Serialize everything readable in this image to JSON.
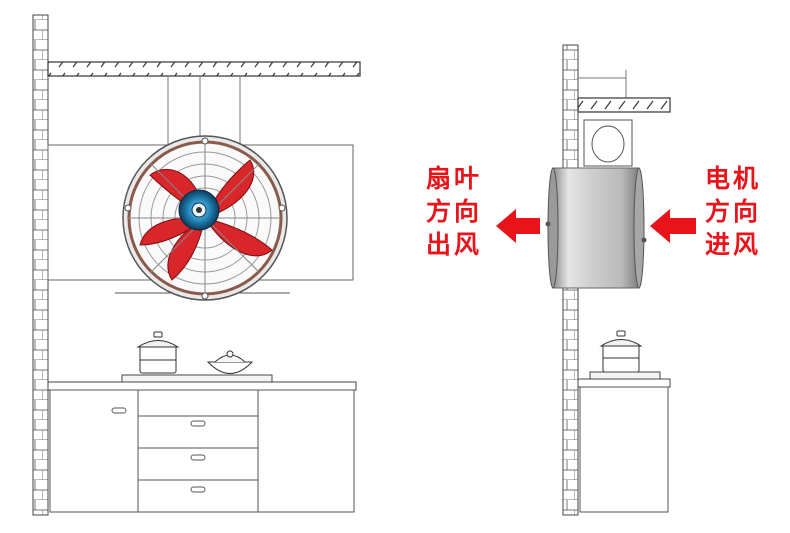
{
  "diagram": {
    "outlet_label": {
      "line1": "扇叶",
      "line2": "方向",
      "line3": "出风"
    },
    "inlet_label": {
      "line1": "电机",
      "line2": "方向",
      "line3": "进风"
    }
  },
  "colors": {
    "accent": "#e8141a",
    "blade": "#d8262b",
    "line": "#444444"
  }
}
